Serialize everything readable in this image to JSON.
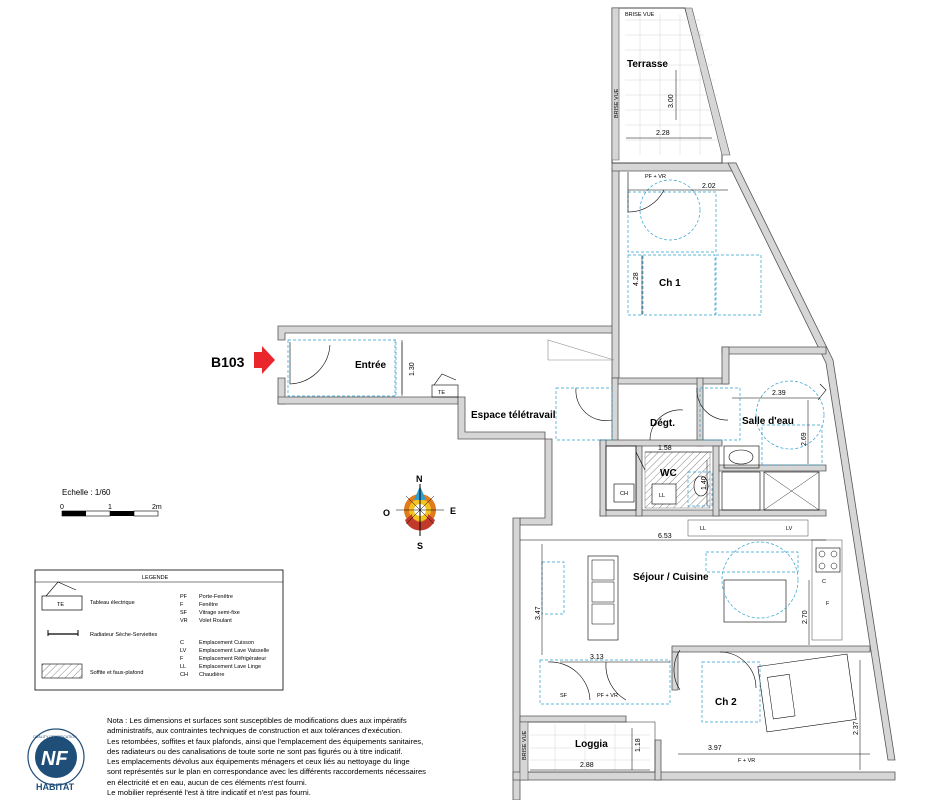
{
  "apartment": {
    "id": "B103"
  },
  "rooms": {
    "terrasse": "Terrasse",
    "ch1": "Ch 1",
    "entree": "Entrée",
    "teletravail": "Espace télétravail",
    "degt": "Dégt.",
    "salle_eau": "Salle d'eau",
    "wc": "WC",
    "sejour": "Séjour / Cuisine",
    "ch2": "Ch 2",
    "loggia": "Loggia"
  },
  "dimensions": {
    "terrasse_h": "3.00",
    "terrasse_w": "2.28",
    "ch1_w": "2.02",
    "ch1_h": "4.28",
    "entree_h": "1.30",
    "salle_w": "2.39",
    "salle_h": "2.69",
    "wc_w": "1.58",
    "wc_h": "1.40",
    "sejour_w": "6.53",
    "sejour_h": "3.47",
    "sejour_w2": "3.13",
    "sejour_h2": "2.70",
    "ch2_w": "3.97",
    "ch2_h": "2.37",
    "loggia_h": "1.18",
    "loggia_w": "2.88"
  },
  "markers": {
    "brise_vue": "BRISE VUE",
    "pf_vr": "PF + VR",
    "sf": "SF",
    "f_vr": "F + VR",
    "te": "TE",
    "ch": "CH",
    "ll": "LL",
    "lv": "LV",
    "c": "C",
    "f": "F"
  },
  "scale": {
    "label": "Echelle : 1/60",
    "ticks": [
      "0",
      "1",
      "2m"
    ]
  },
  "compass": {
    "n": "N",
    "s": "S",
    "e": "E",
    "o": "O"
  },
  "legend": {
    "title": "LEGENDE",
    "symbols": [
      {
        "label": "Tableau électrique",
        "code": "TE"
      },
      {
        "label": "Radiateur Sèche-Serviettes"
      },
      {
        "label": "Soffite et faux-plafond"
      }
    ],
    "abbreviations": [
      {
        "code": "PF",
        "label": "Porte-Fenêtre"
      },
      {
        "code": "F",
        "label": "Fenêtre"
      },
      {
        "code": "SF",
        "label": "Vitrage semi-fixe"
      },
      {
        "code": "VR",
        "label": "Volet Roulant"
      },
      {
        "code": "C",
        "label": "Emplacement Cuisson"
      },
      {
        "code": "LV",
        "label": "Emplacement Lave Vaisselle"
      },
      {
        "code": "F",
        "label": "Emplacement Réfrigérateur"
      },
      {
        "code": "LL",
        "label": "Emplacement Lave Linge"
      },
      {
        "code": "CH",
        "label": "Chaudière"
      }
    ]
  },
  "logo": {
    "text": "NF",
    "sub": "HABITAT",
    "ring": "QUALITY CERTIFICATION"
  },
  "note": [
    "Nota : Les dimensions et surfaces sont susceptibles de modifications dues aux impératifs",
    "administratifs, aux contraintes techniques de construction et aux tolérances d'exécution.",
    "Les retombées, soffites et faux plafonds, ainsi que l'emplacement des équipements sanitaires,",
    "des radiateurs ou des canalisations de toute sorte ne sont pas figurés ou à titre indicatif.",
    "Les emplacements dévolus aux équipements ménagers et ceux liés au nettoyage du linge",
    "sont représentés sur le plan en correspondance avec les différents raccordements nécessaires",
    "en électricité et en eau, aucun de ces éléments n'est fourni.",
    "Le mobilier représenté l'est à titre indicatif et n'est pas fourni."
  ],
  "colors": {
    "wall": "#bdbdbd",
    "furniture": "#2e9fd0",
    "arrow": "#e8262b",
    "logo": "#1f4e79"
  }
}
